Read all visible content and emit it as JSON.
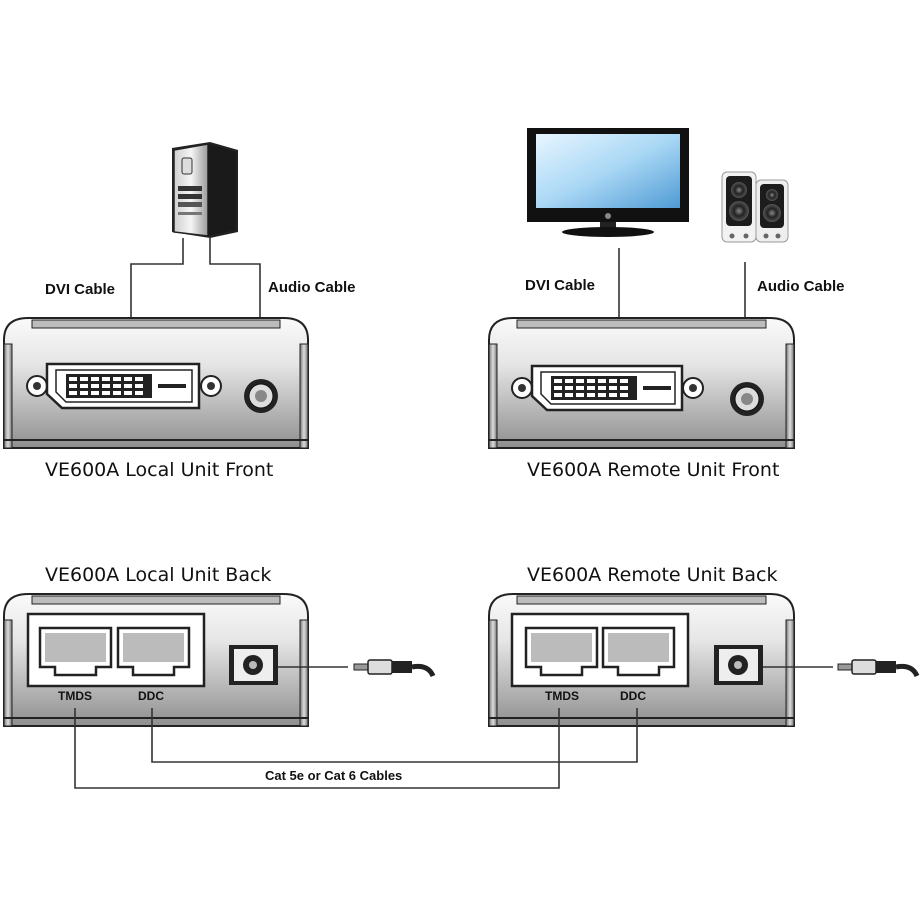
{
  "labels": {
    "local_dvi_cable": "DVI Cable",
    "local_audio_cable": "Audio Cable",
    "remote_dvi_cable": "DVI Cable",
    "remote_audio_cable": "Audio Cable",
    "local_front": "VE600A Local Unit Front",
    "remote_front": "VE600A Remote Unit Front",
    "local_back": "VE600A Local Unit Back",
    "remote_back": "VE600A Remote Unit Back",
    "local_tmds": "TMDS",
    "local_ddc": "DDC",
    "remote_tmds": "TMDS",
    "remote_ddc": "DDC",
    "cat_cables": "Cat 5e or Cat 6 Cables"
  },
  "icons": {
    "computer": "desktop-tower-icon",
    "monitor": "flat-panel-monitor-icon",
    "speakers": "speakers-icon",
    "power_plug": "power-plug-icon"
  },
  "colors": {
    "unit_metal_light": "#f4f4f4",
    "unit_metal_dark": "#8a8a8a",
    "outline": "#222222",
    "screen_blue": "#9fd0f0"
  }
}
